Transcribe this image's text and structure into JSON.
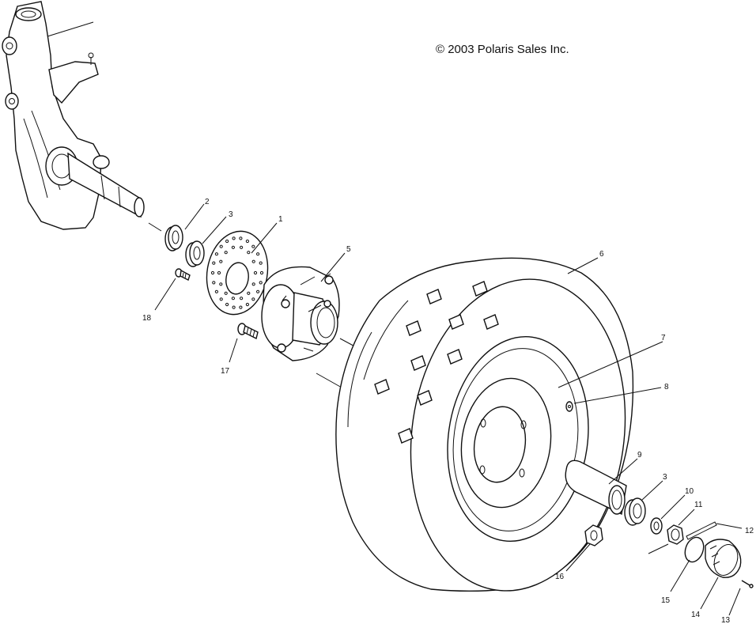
{
  "copyright": "© 2003 Polaris Sales Inc.",
  "callouts": {
    "c1": "1",
    "c2": "2",
    "c3a": "3",
    "c3b": "3",
    "c5": "5",
    "c6": "6",
    "c7": "7",
    "c8": "8",
    "c9": "9",
    "c10": "10",
    "c11": "11",
    "c12": "12",
    "c13": "13",
    "c14": "14",
    "c15": "15",
    "c16": "16",
    "c17": "17",
    "c18": "18"
  }
}
